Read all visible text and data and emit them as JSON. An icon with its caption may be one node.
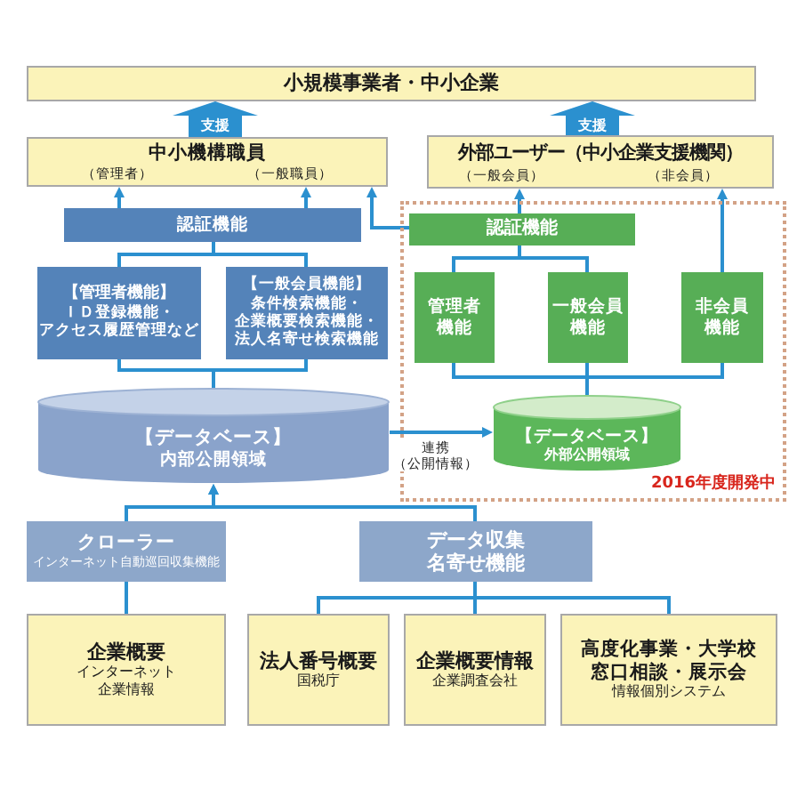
{
  "diagram": {
    "nodes": [
      {
        "text": [
          "小規模事業者・中小企業"
        ]
      },
      {
        "text": [
          "中小機構職員",
          "（管理者）",
          "（一般職員）"
        ]
      },
      {
        "text": [
          "外部ユーザー（中小企業支援機関）",
          "（一般会員）",
          "（非会員）"
        ]
      },
      {
        "text": [
          "認証機能"
        ]
      },
      {
        "text": [
          "2016年度開発中"
        ]
      },
      {
        "text": [
          "認証機能"
        ],
        "in": 4
      },
      {
        "text": [
          "【管理者機能】",
          "ＩＤ登録機能・アクセス履歴管理など"
        ]
      },
      {
        "text": [
          "【一般会員機能】",
          "条件検索機能・企業概要検索機能・法人名寄せ検索機能"
        ]
      },
      {
        "text": [
          "管理者機能"
        ],
        "in": 4
      },
      {
        "text": [
          "一般会員機能"
        ],
        "in": 4
      },
      {
        "text": [
          "非会員機能"
        ],
        "in": 4
      },
      {
        "text": [
          "【データベース】",
          "内部公開領域"
        ]
      },
      {
        "text": [
          "【データベース】",
          "外部公開領域"
        ],
        "in": 4
      },
      {
        "text": [
          "クローラー",
          "インターネット自動巡回収集機能"
        ]
      },
      {
        "text": [
          "データ収集名寄せ機能"
        ]
      },
      {
        "text": [
          "企業概要",
          "インターネット企業情報"
        ]
      },
      {
        "text": [
          "法人番号概要",
          "国税庁"
        ]
      },
      {
        "text": [
          "企業概要情報",
          "企業調査会社"
        ]
      },
      {
        "text": [
          "高度化事業・大学校窓口相談・展示会",
          "情報個別システム"
        ]
      }
    ],
    "edges": [
      {
        "from": 1,
        "to": 0,
        "arrow": "to",
        "label": "支援",
        "style": "thick"
      },
      {
        "from": 2,
        "to": 0,
        "arrow": "to",
        "label": "支援",
        "style": "thick"
      },
      {
        "from": 3,
        "to": 1,
        "arrow": "to"
      },
      {
        "from": 3,
        "to": 1,
        "arrow": "to"
      },
      {
        "from": 5,
        "to": 1,
        "arrow": "to"
      },
      {
        "from": 5,
        "to": 2,
        "arrow": "to"
      },
      {
        "from": 10,
        "to": 2,
        "arrow": "to"
      },
      {
        "from": 3,
        "to": 6,
        "arrow": "none"
      },
      {
        "from": 3,
        "to": 7,
        "arrow": "none"
      },
      {
        "from": 6,
        "to": 11,
        "arrow": "none"
      },
      {
        "from": 7,
        "to": 11,
        "arrow": "none"
      },
      {
        "from": 5,
        "to": 8,
        "arrow": "none"
      },
      {
        "from": 5,
        "to": 9,
        "arrow": "none"
      },
      {
        "from": 8,
        "to": 12,
        "arrow": "none"
      },
      {
        "from": 9,
        "to": 12,
        "arrow": "none"
      },
      {
        "from": 10,
        "to": 12,
        "arrow": "none"
      },
      {
        "from": 11,
        "to": 12,
        "arrow": "to",
        "label": "連携（公開情報）"
      },
      {
        "from": 13,
        "to": 11,
        "arrow": "to"
      },
      {
        "from": 14,
        "to": 11,
        "arrow": "to"
      },
      {
        "from": 15,
        "to": 13,
        "arrow": "none"
      },
      {
        "from": 16,
        "to": 14,
        "arrow": "none"
      },
      {
        "from": 17,
        "to": 14,
        "arrow": "none"
      },
      {
        "from": 18,
        "to": 14,
        "arrow": "none"
      }
    ]
  }
}
